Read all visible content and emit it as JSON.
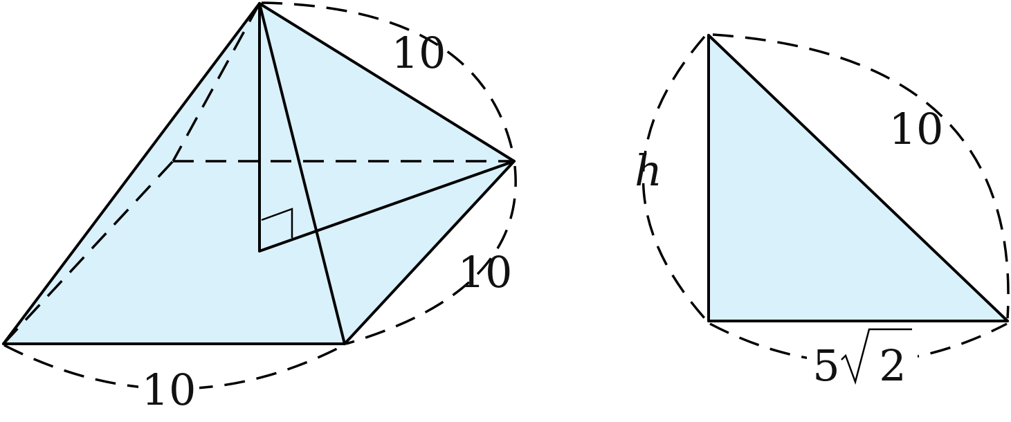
{
  "colors": {
    "fill": "#d9f1fb",
    "stroke": "#000000"
  },
  "pyramid": {
    "slant_edge_label": "10",
    "side_edge_label": "10",
    "base_edge_label": "10"
  },
  "triangle": {
    "hypotenuse_label": "10",
    "height_label": "h",
    "base_coefficient": "5",
    "base_radicand": "2"
  }
}
